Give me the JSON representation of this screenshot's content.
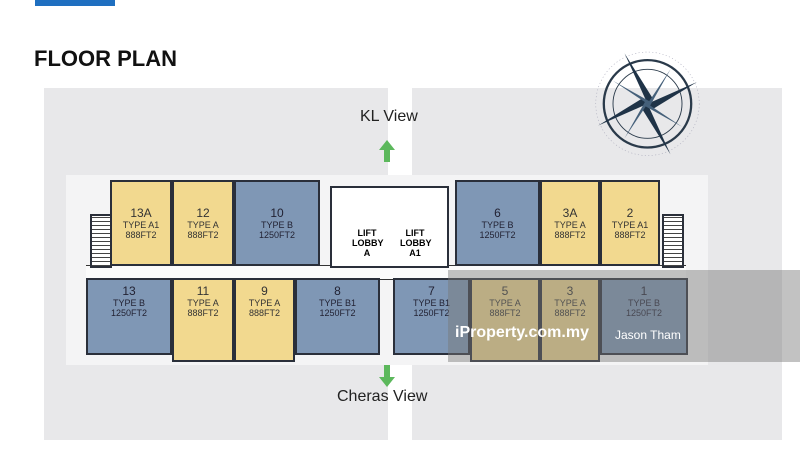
{
  "title": "FLOOR PLAN",
  "views": {
    "top": "KL View",
    "bottom": "Cheras View"
  },
  "lobby": {
    "a": "LIFT LOBBY A",
    "a1": "LIFT LOBBY A1"
  },
  "colors": {
    "type_a": "#f2d98f",
    "type_b": "#7f97b5",
    "arrow": "#5cb85c",
    "accent": "#1f6fc0"
  },
  "units": [
    {
      "num": "13A",
      "type": "TYPE A1",
      "area": "888FT2",
      "color": "yellow"
    },
    {
      "num": "12",
      "type": "TYPE A",
      "area": "888FT2",
      "color": "yellow"
    },
    {
      "num": "10",
      "type": "TYPE B",
      "area": "1250FT2",
      "color": "blue"
    },
    {
      "num": "6",
      "type": "TYPE B",
      "area": "1250FT2",
      "color": "blue"
    },
    {
      "num": "3A",
      "type": "TYPE A",
      "area": "888FT2",
      "color": "yellow"
    },
    {
      "num": "2",
      "type": "TYPE A1",
      "area": "888FT2",
      "color": "yellow"
    },
    {
      "num": "13",
      "type": "TYPE B",
      "area": "1250FT2",
      "color": "blue"
    },
    {
      "num": "11",
      "type": "TYPE A",
      "area": "888FT2",
      "color": "yellow"
    },
    {
      "num": "9",
      "type": "TYPE A",
      "area": "888FT2",
      "color": "yellow"
    },
    {
      "num": "8",
      "type": "TYPE B1",
      "area": "1250FT2",
      "color": "blue"
    },
    {
      "num": "7",
      "type": "TYPE B1",
      "area": "1250FT2",
      "color": "blue"
    },
    {
      "num": "5",
      "type": "TYPE A",
      "area": "888FT2",
      "color": "yellow"
    },
    {
      "num": "3",
      "type": "TYPE A",
      "area": "888FT2",
      "color": "yellow"
    },
    {
      "num": "1",
      "type": "TYPE B",
      "area": "1250FT2",
      "color": "blue"
    }
  ],
  "watermark": {
    "site": "iProperty.com.my",
    "agent": "Jason Tham"
  }
}
